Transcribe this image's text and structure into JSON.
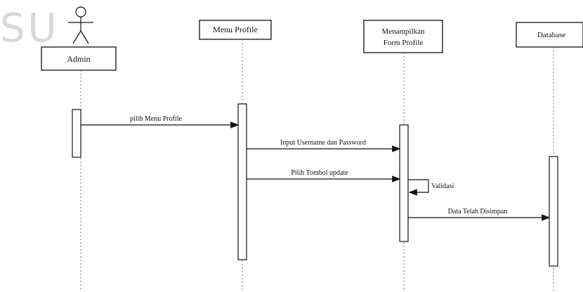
{
  "watermark": "SU",
  "actor": {
    "name": "Admin"
  },
  "lifelines": [
    {
      "id": "admin",
      "lines": [
        "Admin"
      ]
    },
    {
      "id": "menu",
      "lines": [
        "Menu Profile"
      ]
    },
    {
      "id": "form",
      "lines": [
        "Menampilkan",
        "Form Profile"
      ]
    },
    {
      "id": "db",
      "lines": [
        "Database"
      ]
    }
  ],
  "messages": [
    {
      "label": "pilih Menu Profile",
      "from": "admin",
      "to": "menu"
    },
    {
      "label": "Input Username dan Password",
      "from": "menu",
      "to": "form"
    },
    {
      "label": "Pilih Tombol update",
      "from": "menu",
      "to": "form"
    },
    {
      "label": "Validasi",
      "from": "form",
      "to": "form",
      "self": true
    },
    {
      "label": "Data Telah Disimpan",
      "from": "form",
      "to": "db"
    }
  ]
}
